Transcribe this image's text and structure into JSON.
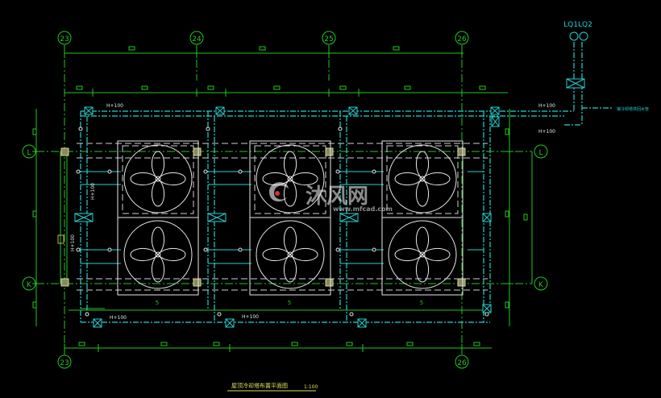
{
  "axes": {
    "top": [
      "23",
      "24",
      "25",
      "26"
    ],
    "bottom": [
      "23",
      "26"
    ],
    "left": [
      "L",
      "K"
    ],
    "right": [
      "L",
      "K"
    ]
  },
  "pipe_tag": "LQ1LQ2",
  "pipe_note": "接冷却塔供回水管",
  "elevation_labels": [
    "H+100",
    "H+100",
    "H+100",
    "H+100",
    "H+100",
    "H+100",
    "H+100"
  ],
  "tower_numbers": [
    "5",
    "5",
    "5"
  ],
  "drawing_title": "屋顶冷却塔布置平面图",
  "drawing_scale": "1:100",
  "watermark": {
    "brand": "沐风网",
    "url": "www.mfcad.com"
  },
  "colors": {
    "background": "#000000",
    "grid": "#22c722",
    "equipment": "#e8e8e8",
    "piping": "#24d2d2",
    "columns": "#e0e0b0"
  }
}
